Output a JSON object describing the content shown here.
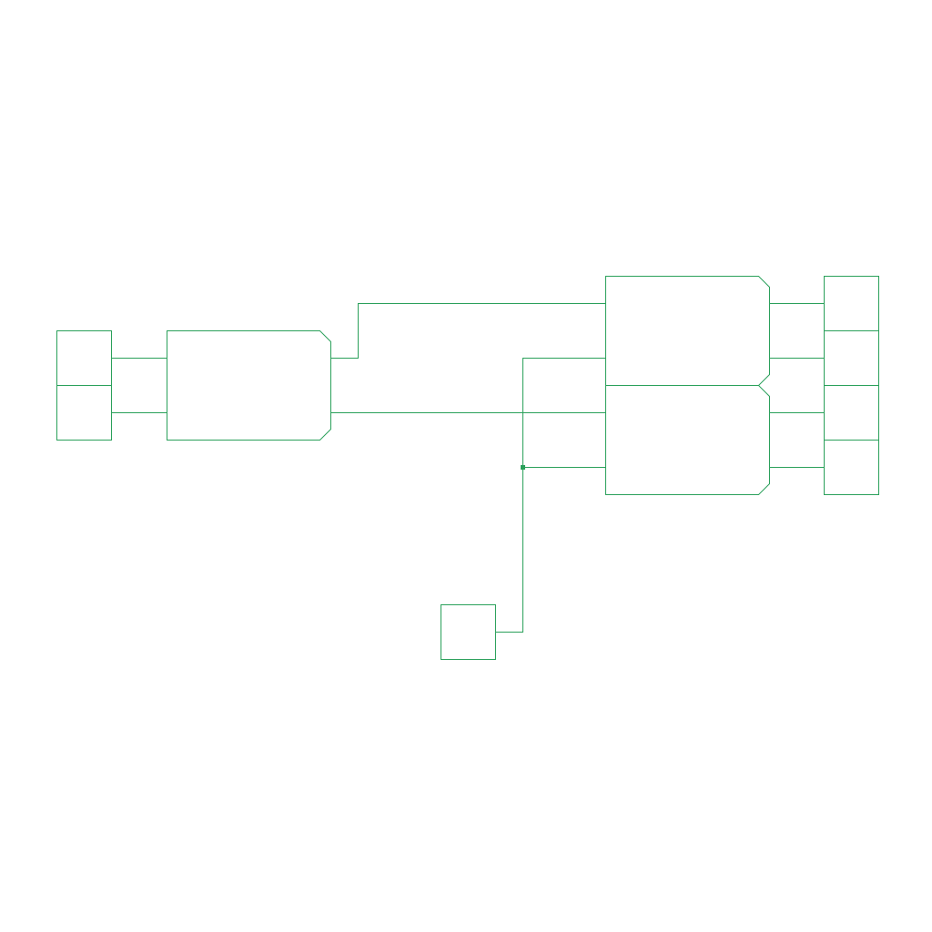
{
  "colors": {
    "stroke": "#2aa05a",
    "background": "#ffffff"
  },
  "diagram": {
    "blocks": [
      {
        "id": "input-port-1",
        "kind": "port"
      },
      {
        "id": "input-port-2",
        "kind": "port"
      },
      {
        "id": "left-logic-block",
        "kind": "logic"
      },
      {
        "id": "right-logic-block-upper",
        "kind": "logic"
      },
      {
        "id": "right-logic-block-lower",
        "kind": "logic"
      },
      {
        "id": "output-port-1",
        "kind": "port"
      },
      {
        "id": "output-port-2",
        "kind": "port"
      },
      {
        "id": "output-port-3",
        "kind": "port"
      },
      {
        "id": "output-port-4",
        "kind": "port"
      },
      {
        "id": "control-port",
        "kind": "port"
      }
    ],
    "connections": [
      {
        "from": "input-port-1",
        "to": "left-logic-block"
      },
      {
        "from": "input-port-2",
        "to": "left-logic-block"
      },
      {
        "from": "left-logic-block",
        "to": "right-logic-block-upper"
      },
      {
        "from": "left-logic-block",
        "to": "right-logic-block-lower"
      },
      {
        "from": "control-port",
        "to": "right-logic-block-upper"
      },
      {
        "from": "control-port",
        "to": "right-logic-block-lower"
      },
      {
        "from": "right-logic-block-upper",
        "to": "output-port-1"
      },
      {
        "from": "right-logic-block-upper",
        "to": "output-port-2"
      },
      {
        "from": "right-logic-block-lower",
        "to": "output-port-3"
      },
      {
        "from": "right-logic-block-lower",
        "to": "output-port-4"
      }
    ]
  }
}
